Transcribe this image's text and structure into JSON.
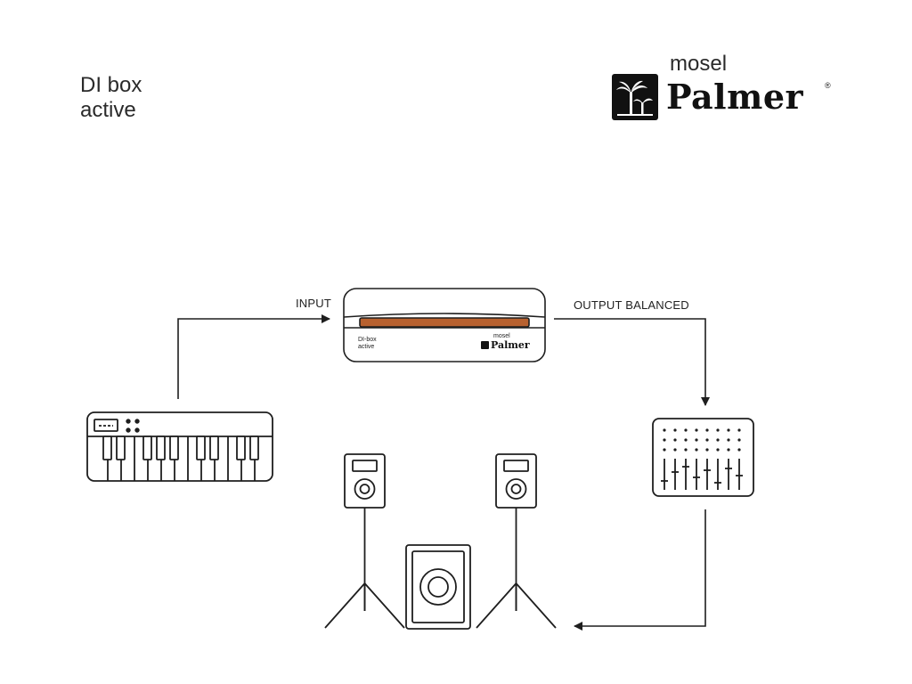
{
  "product": {
    "line1": "DI box",
    "line2": "active"
  },
  "brand": {
    "small": "mosel",
    "big": "Palmer"
  },
  "labels": {
    "input": "INPUT",
    "output": "OUTPUT BALANCED"
  },
  "device": {
    "line1": "DI-box",
    "line2": "active",
    "brand_small": "mosel",
    "brand_big": "Palmer"
  },
  "colors": {
    "accent": "#b8612f",
    "stroke": "#1e1e1e"
  }
}
